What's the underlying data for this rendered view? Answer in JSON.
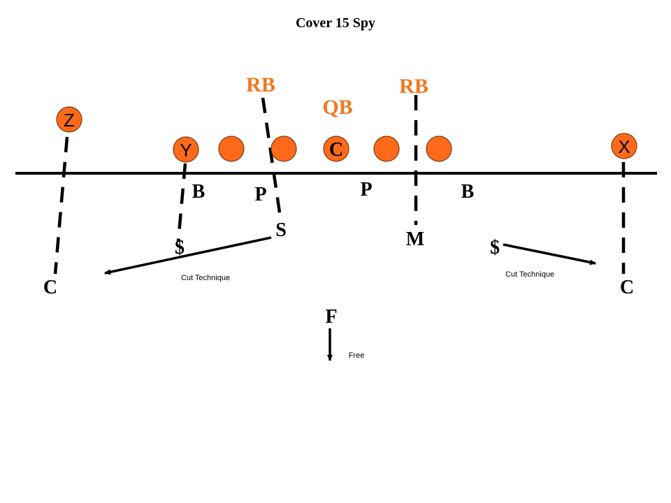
{
  "title": "Cover 15 Spy",
  "colors": {
    "player_fill": "#FF6A1A",
    "player_stroke": "#7A3A10",
    "label_orange": "#F07820",
    "line": "#000000"
  },
  "offense": {
    "linemen": [
      {
        "label": ""
      },
      {
        "label": ""
      },
      {
        "label": "C"
      },
      {
        "label": ""
      },
      {
        "label": ""
      }
    ],
    "receivers": {
      "Z": "Z",
      "Y": "Y",
      "X": "X"
    },
    "backs": {
      "qb": "QB",
      "rb_left": "RB",
      "rb_right": "RB"
    }
  },
  "defense": {
    "corner_left": "C",
    "corner_right": "C",
    "end_left": "B",
    "end_right": "B",
    "tackle_left": "P",
    "tackle_right": "P",
    "sam": "S",
    "mike": "M",
    "money_left": "$",
    "money_right": "$",
    "free": "F"
  },
  "notes": {
    "cut_left": "Cut Technique",
    "cut_right": "Cut Technique",
    "free": "Free"
  }
}
